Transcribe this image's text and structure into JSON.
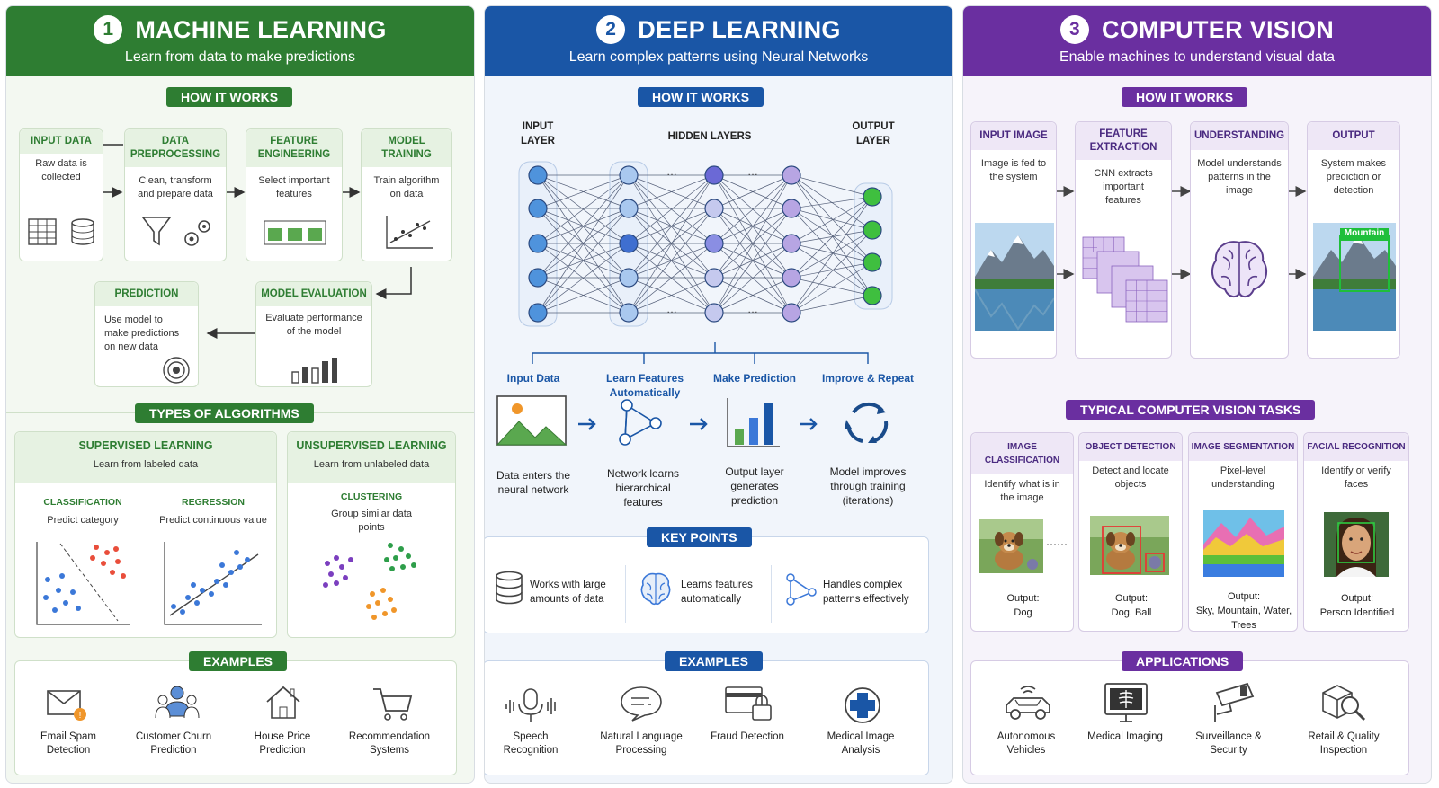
{
  "ml": {
    "num": "1",
    "title": "MACHINE LEARNING",
    "subtitle": "Learn from data to make predictions",
    "how": "HOW IT WORKS",
    "steps": [
      {
        "title": "INPUT DATA",
        "desc": "Raw data is collected"
      },
      {
        "title": "DATA PREPROCESSING",
        "desc": "Clean, transform and prepare data"
      },
      {
        "title": "FEATURE ENGINEERING",
        "desc": "Select important features"
      },
      {
        "title": "MODEL TRAINING",
        "desc": "Train algorithm on data"
      },
      {
        "title": "MODEL EVALUATION",
        "desc": "Evaluate performance of the model"
      },
      {
        "title": "PREDICTION",
        "desc": "Use model to make predictions on new data"
      }
    ],
    "types": "TYPES OF ALGORITHMS",
    "supervised": {
      "title": "SUPERVISED LEARNING",
      "desc": "Learn from labeled data",
      "classification": {
        "title": "CLASSIFICATION",
        "desc": "Predict category"
      },
      "regression": {
        "title": "REGRESSION",
        "desc": "Predict continuous value"
      }
    },
    "unsupervised": {
      "title": "UNSUPERVISED LEARNING",
      "desc": "Learn from unlabeled data",
      "clustering": {
        "title": "CLUSTERING",
        "desc": "Group similar data points"
      }
    },
    "examples_title": "EXAMPLES",
    "examples": [
      "Email Spam Detection",
      "Customer Churn Prediction",
      "House Price Prediction",
      "Recommendation Systems"
    ],
    "badge": "!"
  },
  "dl": {
    "num": "2",
    "title": "DEEP LEARNING",
    "subtitle": "Learn complex patterns using Neural Networks",
    "how": "HOW IT WORKS",
    "input_layer": "INPUT LAYER",
    "hidden_layers": "HIDDEN LAYERS",
    "output_layer": "OUTPUT LAYER",
    "flow": [
      {
        "title": "Input Data",
        "desc": "Data enters the neural network"
      },
      {
        "title": "Learn Features Automatically",
        "desc": "Network learns hierarchical features"
      },
      {
        "title": "Make Prediction",
        "desc": "Output layer generates prediction"
      },
      {
        "title": "Improve & Repeat",
        "desc": "Model improves through training (iterations)"
      }
    ],
    "key_title": "KEY POINTS",
    "key_points": [
      "Works with large amounts of data",
      "Learns features automatically",
      "Handles complex patterns effectively"
    ],
    "examples_title": "EXAMPLES",
    "examples": [
      "Speech Recognition",
      "Natural Language Processing",
      "Fraud Detection",
      "Medical Image Analysis"
    ]
  },
  "cv": {
    "num": "3",
    "title": "COMPUTER VISION",
    "subtitle": "Enable machines to understand visual data",
    "how": "HOW IT WORKS",
    "steps": [
      {
        "title": "INPUT IMAGE",
        "desc": "Image is fed to the system"
      },
      {
        "title": "FEATURE EXTRACTION",
        "desc": "CNN extracts important features"
      },
      {
        "title": "UNDERSTANDING",
        "desc": "Model understands patterns in the image"
      },
      {
        "title": "OUTPUT",
        "desc": "System makes prediction or detection"
      }
    ],
    "detect_label": "Mountain",
    "tasks_title": "TYPICAL COMPUTER VISION TASKS",
    "tasks": [
      {
        "title": "IMAGE CLASSIFICATION",
        "desc": "Identify what is in the image",
        "out1": "Output:",
        "out2": "Dog"
      },
      {
        "title": "OBJECT DETECTION",
        "desc": "Detect and locate objects",
        "out1": "Output:",
        "out2": "Dog, Ball"
      },
      {
        "title": "IMAGE SEGMENTATION",
        "desc": "Pixel-level understanding",
        "out1": "Output:",
        "out2": "Sky, Mountain, Water, Trees"
      },
      {
        "title": "FACIAL RECOGNITION",
        "desc": "Identify or verify faces",
        "out1": "Output:",
        "out2": "Person Identified"
      }
    ],
    "apps_title": "APPLICATIONS",
    "apps": [
      "Autonomous Vehicles",
      "Medical Imaging",
      "Surveillance & Security",
      "Retail & Quality Inspection"
    ]
  }
}
